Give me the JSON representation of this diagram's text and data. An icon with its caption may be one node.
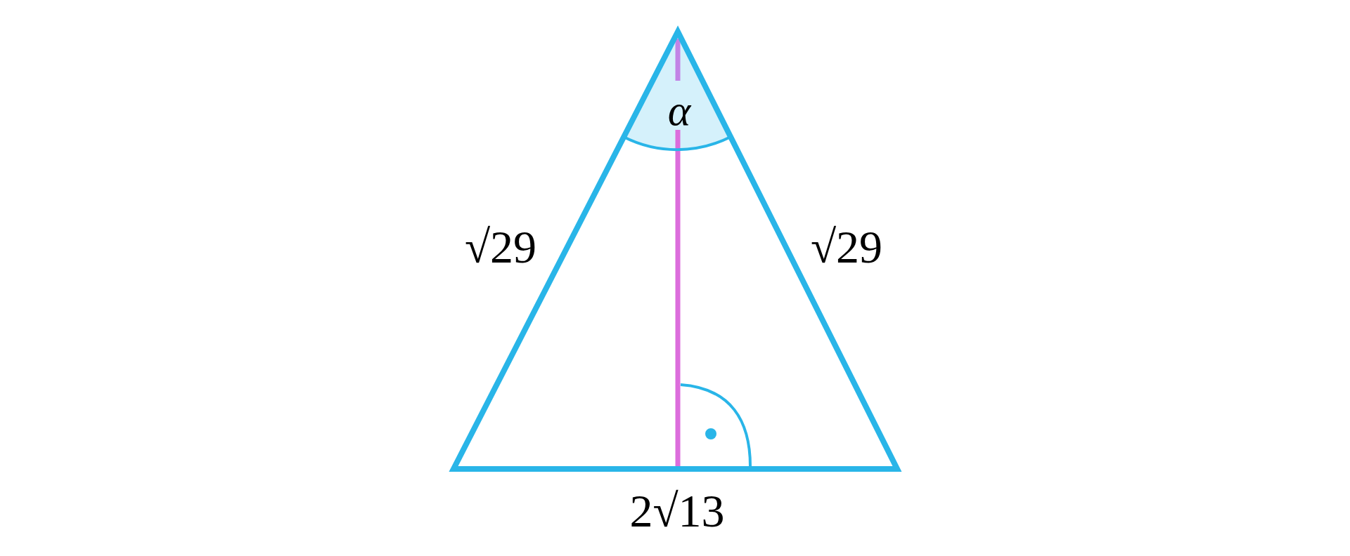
{
  "diagram": {
    "labels": [
      "α",
      "√29",
      "√29",
      "2√13"
    ]
  }
}
